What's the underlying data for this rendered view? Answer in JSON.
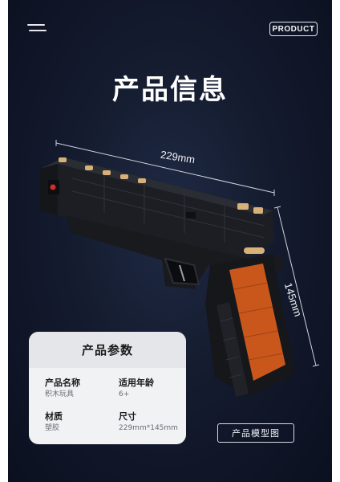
{
  "header": {
    "menu_icon": "hamburger-menu-icon",
    "badge": "PRODUCT"
  },
  "title": "产品信息",
  "dimensions": {
    "width_label": "229mm",
    "height_label": "145mm"
  },
  "colors": {
    "background": "#141b2e",
    "gun_body": "#1b1d22",
    "grip_accent": "#c9571c",
    "detail_gold": "#d8b07a",
    "card_bg": "#f1f2f4"
  },
  "params": {
    "heading": "产品参数",
    "items": [
      {
        "label": "产品名称",
        "value": "积木玩具"
      },
      {
        "label": "适用年龄",
        "value": "6+"
      },
      {
        "label": "材质",
        "value": "塑胶"
      },
      {
        "label": "尺寸",
        "value": "229mm*145mm"
      }
    ]
  },
  "caption": "产品模型图"
}
